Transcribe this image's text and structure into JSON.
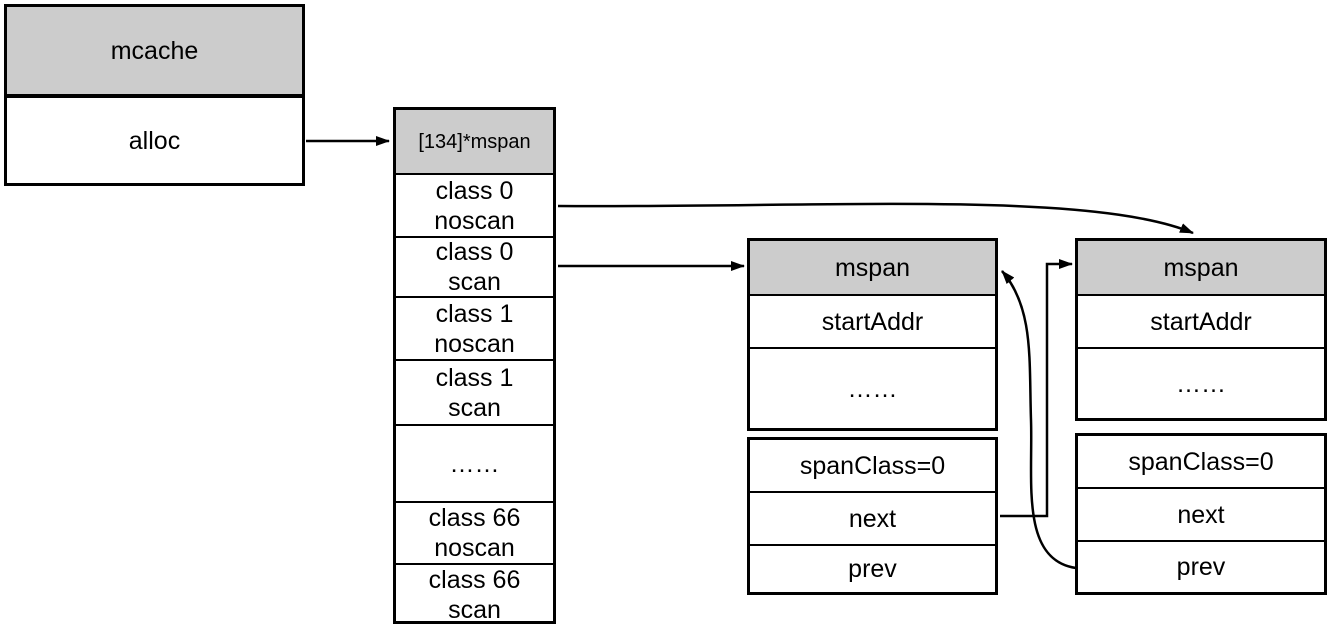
{
  "colors": {
    "header_fill": "#cccccc",
    "border": "#000000",
    "background": "#ffffff"
  },
  "mcache": {
    "title": "mcache",
    "rows": [
      "alloc"
    ]
  },
  "span_array": {
    "title": "[134]*mspan",
    "rows": [
      "class 0\nnoscan",
      "class 0\nscan",
      "class 1\nnoscan",
      "class 1\nscan",
      "……",
      "class 66\nnoscan",
      "class 66\nscan"
    ]
  },
  "mspan": {
    "title": "mspan",
    "rows_top": [
      "startAddr",
      "……"
    ],
    "rows_bottom": [
      "spanClass=0",
      "next",
      "prev"
    ]
  },
  "edges": [
    {
      "from": "mcache.alloc",
      "to": "span_array.header"
    },
    {
      "from": "span_array.class0_noscan",
      "to": "mspan_2.header_top"
    },
    {
      "from": "span_array.class0_scan",
      "to": "mspan_1.header_left"
    },
    {
      "from": "mspan_1.next",
      "to": "mspan_2.header_left"
    },
    {
      "from": "mspan_2.prev",
      "to": "mspan_1.header_right"
    }
  ]
}
